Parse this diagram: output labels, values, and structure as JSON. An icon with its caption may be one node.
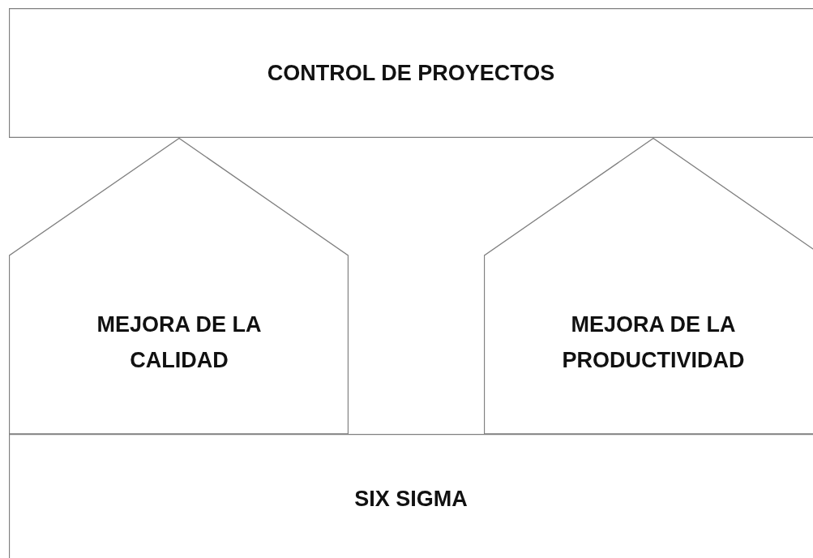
{
  "diagram": {
    "nodes": [
      {
        "text": [
          "CONTROL DE PROYECTOS"
        ]
      },
      {
        "text": [
          "MEJORA DE LA CALIDAD"
        ]
      },
      {
        "text": [
          "MEJORA DE LA PRODUCTIVIDAD"
        ]
      },
      {
        "text": [
          "SIX SIGMA"
        ]
      }
    ]
  }
}
